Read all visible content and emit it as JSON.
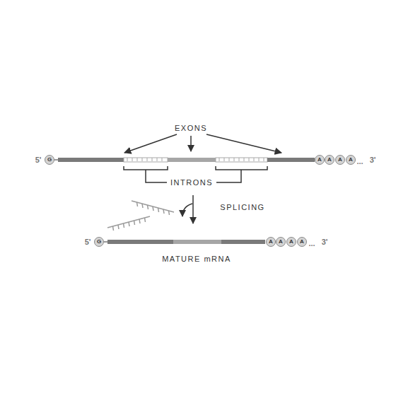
{
  "diagram": {
    "nodes": [
      {
        "text": [
          "G"
        ]
      },
      {
        "text": [
          "A"
        ]
      },
      {
        "text": [
          "A"
        ]
      },
      {
        "text": [
          "A"
        ]
      },
      {
        "text": [
          "A"
        ]
      },
      {
        "text": [
          "G"
        ]
      },
      {
        "text": [
          "A"
        ]
      },
      {
        "text": [
          "A"
        ]
      },
      {
        "text": [
          "A"
        ]
      },
      {
        "text": [
          "A"
        ]
      }
    ],
    "labels": [
      "EXONS",
      "5'",
      "...",
      "3'",
      "INTRONS",
      "SPLICING",
      "5'",
      "...",
      "3'",
      "MATURE mRNA"
    ]
  }
}
